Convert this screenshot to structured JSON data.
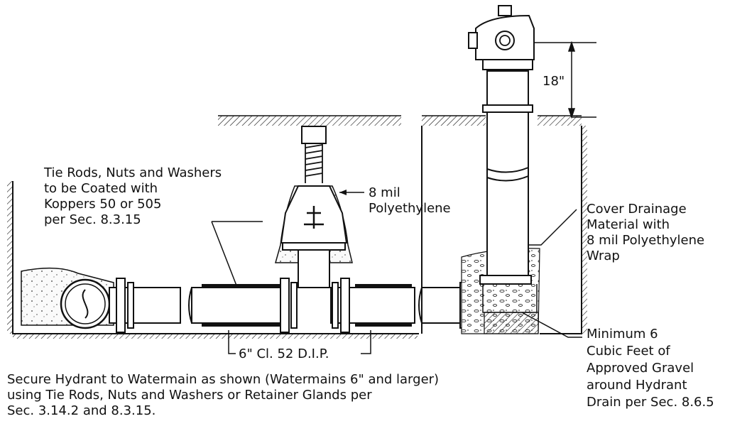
{
  "dimension": {
    "riser_height": "18\""
  },
  "pipe": {
    "label": "6\" Cl. 52 D.I.P."
  },
  "callouts": {
    "tie_rods": [
      "Tie Rods, Nuts and Washers",
      "to be Coated with",
      "Koppers 50 or 505",
      "per Sec. 8.3.15"
    ],
    "polyethylene": [
      "8 mil",
      "Polyethylene"
    ],
    "cover_drainage": [
      "Cover Drainage",
      "Material with",
      "8 mil Polyethylene",
      "Wrap"
    ],
    "gravel": [
      "Minimum 6",
      "Cubic Feet of",
      "Approved Gravel",
      "around Hydrant",
      "Drain per Sec. 8.6.5"
    ]
  },
  "note": [
    "Secure Hydrant to Watermain as shown (Watermains 6\" and larger)",
    "using Tie Rods, Nuts and Washers or Retainer Glands per",
    "Sec. 3.14.2 and 8.3.15."
  ],
  "colors": {
    "ink": "#111111",
    "paper": "#ffffff",
    "concrete": "#f4f4f4"
  }
}
